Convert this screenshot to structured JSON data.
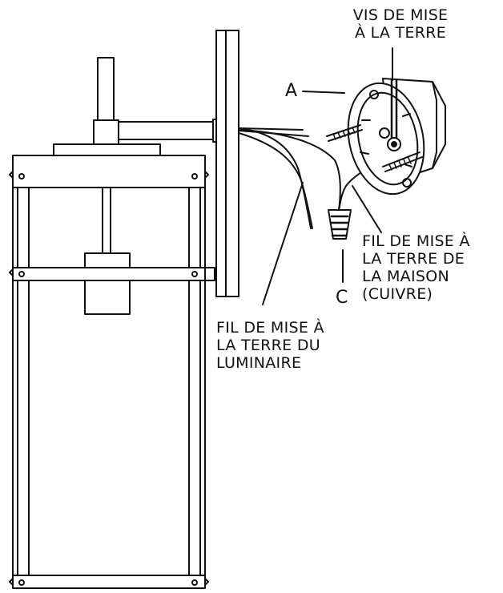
{
  "diagram": {
    "labels": {
      "ground_screw": [
        "VIS DE MISE",
        "À LA TERRE"
      ],
      "letter_a": "A",
      "letter_c": "C",
      "house_ground_wire": [
        "FIL DE MISE À",
        "LA TERRE DE",
        "LA MAISON",
        "(CUIVRE)"
      ],
      "fixture_ground_wire": [
        "FIL DE MISE À",
        "LA TERRE DU",
        "LUMINAIRE"
      ]
    },
    "colors": {
      "line": "#111111",
      "background": "#ffffff"
    }
  }
}
